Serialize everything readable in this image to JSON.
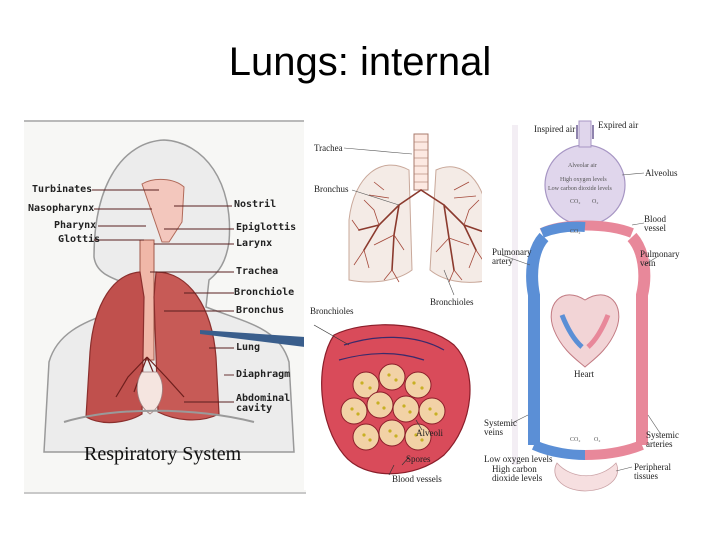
{
  "slide": {
    "title": "Lungs: internal"
  },
  "system_panel": {
    "caption": "Respiratory System",
    "left_labels": [
      "Turbinates",
      "Nasopharynx",
      "Pharynx",
      "Glottis"
    ],
    "right_labels": [
      "Nostril",
      "Epiglottis",
      "Larynx",
      "Trachea",
      "Bronchiole",
      "Bronchus",
      "Lung",
      "Diaphragm",
      "Abdominal cavity"
    ]
  },
  "lungs_panel": {
    "labels": {
      "trachea": "Trachea",
      "bronchus": "Bronchus",
      "bronchioles": "Bronchioles"
    }
  },
  "alveoli_panel": {
    "labels": {
      "bronchioles": "Bronchioles",
      "alveoli": "Alveoli",
      "spores": "Spores",
      "blood_vessels": "Blood vessels"
    }
  },
  "circulation_panel": {
    "labels": {
      "inspired_air": "Inspired air",
      "expired_air": "Expired air",
      "alveolar_air": "Alveolar air",
      "high_oxygen": "High oxygen levels",
      "low_co2": "Low carbon dioxide levels",
      "co2": "CO₂",
      "o2": "O₂",
      "alveolus": "Alveolus",
      "blood_vessel": "Blood vessel",
      "pulmonary_artery": "Pulmonary artery",
      "pulmonary_vein": "Pulmonary vein",
      "heart": "Heart",
      "systemic_veins": "Systemic veins",
      "systemic_arteries": "Systemic arteries",
      "low_oxygen": "Low oxygen levels",
      "high_carbon_dioxide": "High carbon dioxide levels",
      "peripheral_tissues": "Peripheral tissues"
    }
  },
  "colors": {
    "oxygenated": "#e8889a",
    "deoxygenated": "#5b8fd6",
    "lung_tissue": "#c0504d",
    "vessel_tree": "#8b3a2e"
  }
}
